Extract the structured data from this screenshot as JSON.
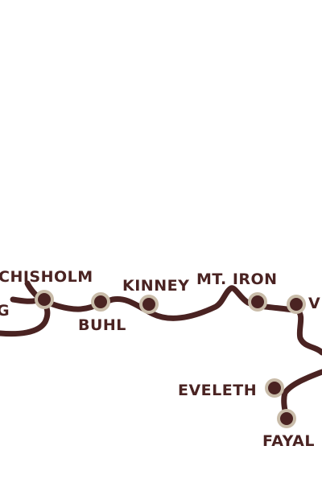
{
  "map": {
    "colors": {
      "route": "#4a2322",
      "stop_ring": "#c9bca9",
      "stop_core": "#4a2322",
      "label": "#4a2322",
      "background": "#ffffff"
    },
    "labels": {
      "chisholm": "CHISHOLM",
      "g_partial": "G",
      "buhl": "BUHL",
      "kinney": "KINNEY",
      "mt_iron": "MT. IRON",
      "virginia_partial": "VI",
      "eveleth": "EVELETH",
      "fayal": "FAYAL"
    }
  }
}
